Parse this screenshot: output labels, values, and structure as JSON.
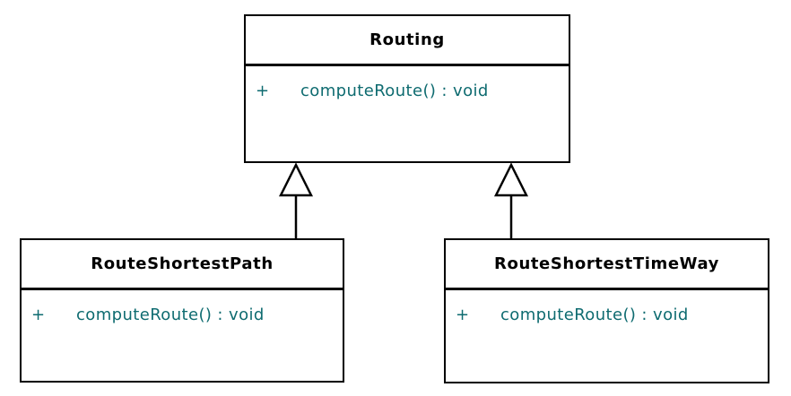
{
  "diagram": {
    "kind": "UML class diagram",
    "classes": {
      "parent": {
        "name": "Routing",
        "methods": [
          {
            "visibility": "+",
            "signature": "computeRoute() : void"
          }
        ]
      },
      "child_left": {
        "name": "RouteShortestPath",
        "methods": [
          {
            "visibility": "+",
            "signature": "computeRoute() : void"
          }
        ]
      },
      "child_right": {
        "name": "RouteShortestTimeWay",
        "methods": [
          {
            "visibility": "+",
            "signature": "computeRoute() : void"
          }
        ]
      }
    },
    "relations": [
      {
        "type": "generalization",
        "from": "RouteShortestPath",
        "to": "Routing"
      },
      {
        "type": "generalization",
        "from": "RouteShortestTimeWay",
        "to": "Routing"
      }
    ],
    "colors": {
      "background": "#ffffff",
      "border": "#000000",
      "class_name_text": "#000000",
      "method_text": "#0e6b70",
      "arrow_fill": "#ffffff"
    }
  }
}
